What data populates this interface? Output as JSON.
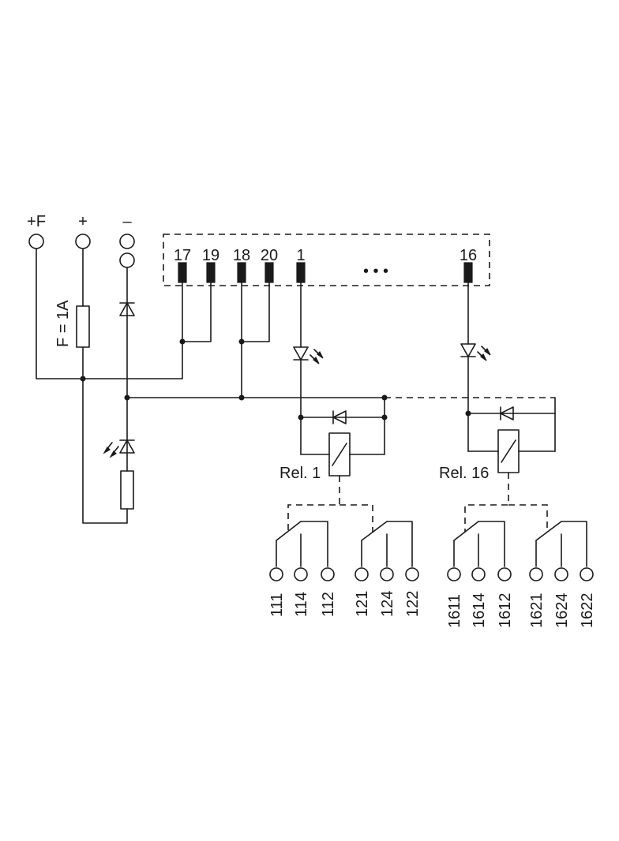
{
  "supply_labels": {
    "plus_f": "+F",
    "plus": "+",
    "minus": "–"
  },
  "fuse_label": "F = 1A",
  "inputs": [
    "17",
    "19",
    "18",
    "20",
    "1",
    "16"
  ],
  "ellipsis": "• • •",
  "relays": [
    {
      "label": "Rel. 1",
      "terminals": [
        "111",
        "114",
        "112",
        "121",
        "124",
        "122"
      ]
    },
    {
      "label": "Rel. 16",
      "terminals": [
        "1611",
        "1614",
        "1612",
        "1621",
        "1624",
        "1622"
      ]
    }
  ]
}
